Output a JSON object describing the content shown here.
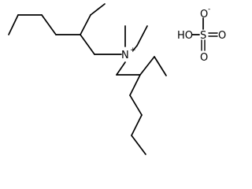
{
  "molecule": {
    "cation": {
      "atoms": {
        "nitrogen": {
          "symbol": "N",
          "charge": "+"
        }
      }
    },
    "anion": {
      "atoms": {
        "hydroxyl": {
          "symbol": "HO"
        },
        "sulfur": {
          "symbol": "S"
        },
        "oxygen_top": {
          "symbol": "O",
          "charge": "-"
        },
        "oxygen_right": {
          "symbol": "O"
        },
        "oxygen_bottom": {
          "symbol": "O"
        }
      }
    }
  }
}
